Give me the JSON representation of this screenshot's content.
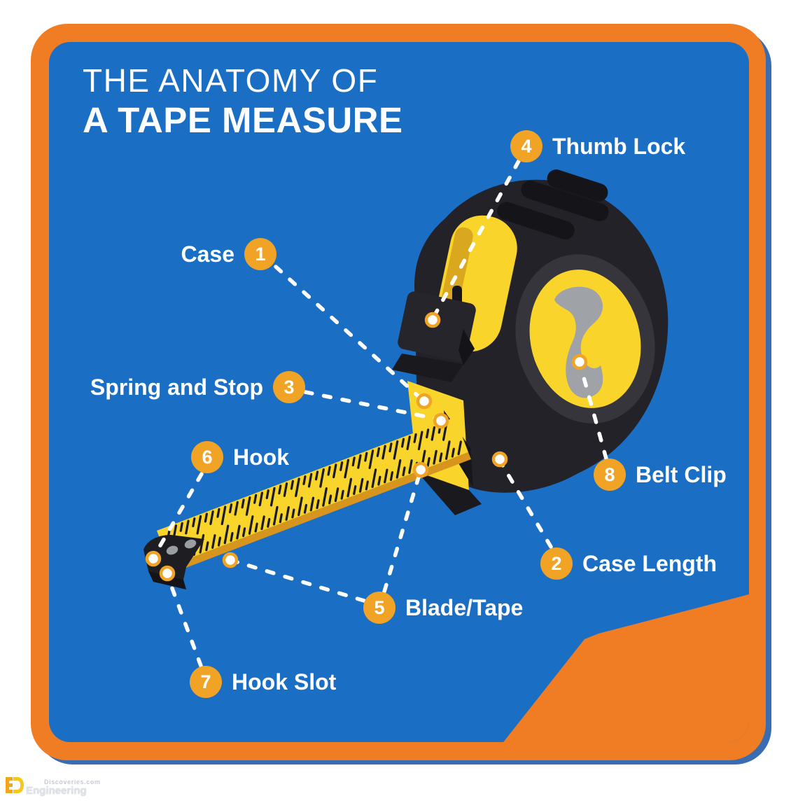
{
  "title": {
    "line1": "THE ANATOMY OF",
    "line2": "A TAPE MEASURE"
  },
  "labels": [
    {
      "number": "1",
      "text": "Case"
    },
    {
      "number": "2",
      "text": "Case Length"
    },
    {
      "number": "3",
      "text": "Spring and Stop"
    },
    {
      "number": "4",
      "text": "Thumb Lock"
    },
    {
      "number": "5",
      "text": "Blade/Tape"
    },
    {
      "number": "6",
      "text": "Hook"
    },
    {
      "number": "7",
      "text": "Hook Slot"
    },
    {
      "number": "8",
      "text": "Belt Clip"
    }
  ],
  "watermark": {
    "logo": "ED",
    "line1": "Discoveries.com",
    "line2": "Engineering"
  },
  "colors": {
    "panel_blue": "#1a6fc4",
    "frame_orange": "#f07d23",
    "badge_orange": "#f0a325",
    "tape_yellow": "#f9d52c",
    "tape_shade": "#d8951e",
    "case_black": "#232228",
    "clip_grey": "#9fa2a7",
    "text_white": "#ffffff"
  }
}
